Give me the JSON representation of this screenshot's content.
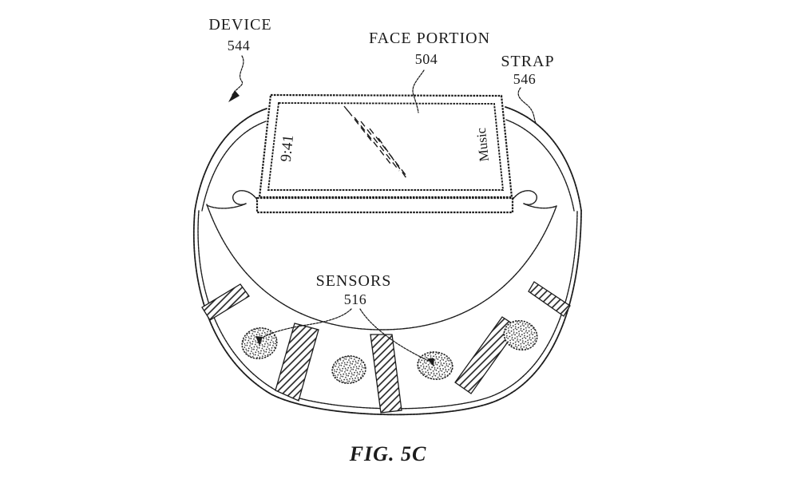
{
  "figure": {
    "caption": "FIG. 5C",
    "colors": {
      "background": "#ffffff",
      "ink": "#1c1c1c"
    },
    "labels": {
      "device": {
        "title": "DEVICE",
        "ref": "544"
      },
      "face_portion": {
        "title": "FACE PORTION",
        "ref": "504"
      },
      "strap": {
        "title": "STRAP",
        "ref": "546"
      },
      "sensors": {
        "title": "SENSORS",
        "ref": "516"
      }
    },
    "screen": {
      "time": "9:41",
      "menu_item": "Music"
    },
    "sensor_count": 4,
    "divider_strip_count": 5
  }
}
